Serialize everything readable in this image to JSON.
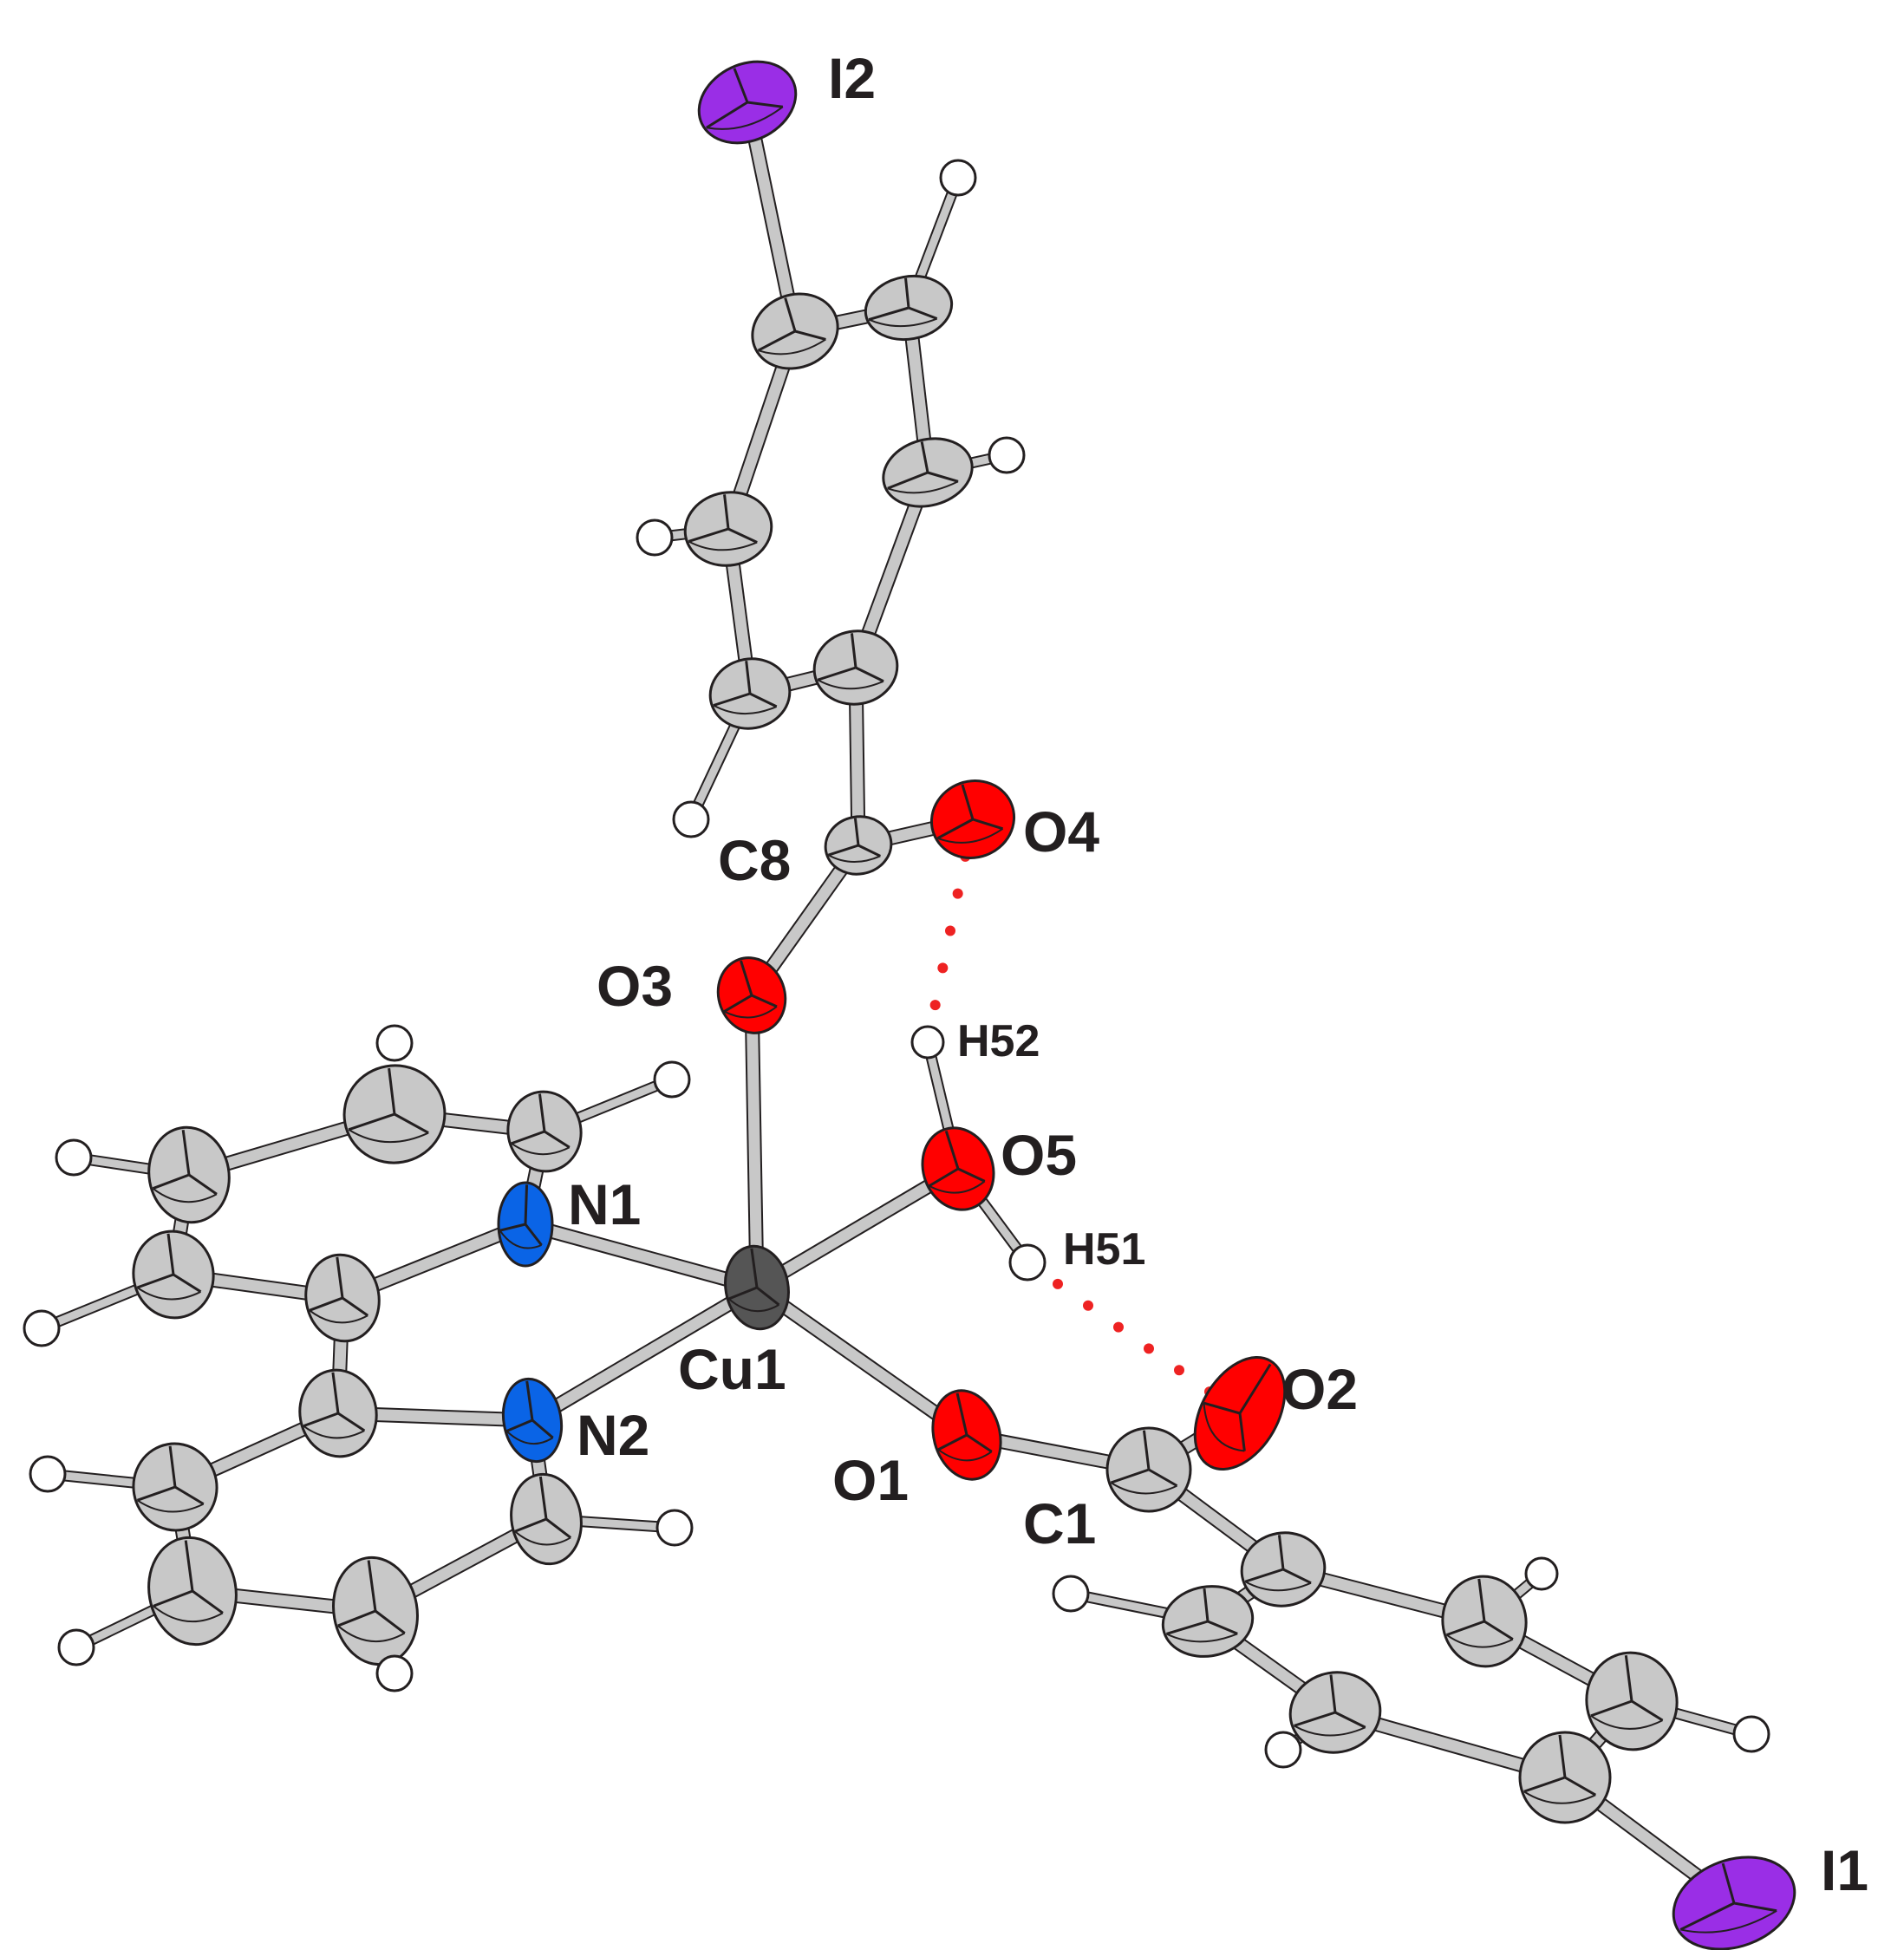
{
  "labels": {
    "I2": "I2",
    "I1": "I1",
    "C8": "C8",
    "O4": "O4",
    "O3": "O3",
    "H52": "H52",
    "O5": "O5",
    "N1": "N1",
    "H51": "H51",
    "Cu1": "Cu1",
    "N2": "N2",
    "O2": "O2",
    "O1": "O1",
    "C1": "C1"
  },
  "colors": {
    "carbon": "#c8c8c8",
    "oxygen": "#ff0000",
    "nitrogen": "#0a64e6",
    "iodine": "#9a2ee6",
    "copper": "#555555",
    "hydrogen": "#ffffff",
    "bond": "#c8c8c8",
    "hbond": "#ee2222",
    "outline": "#231f20"
  }
}
